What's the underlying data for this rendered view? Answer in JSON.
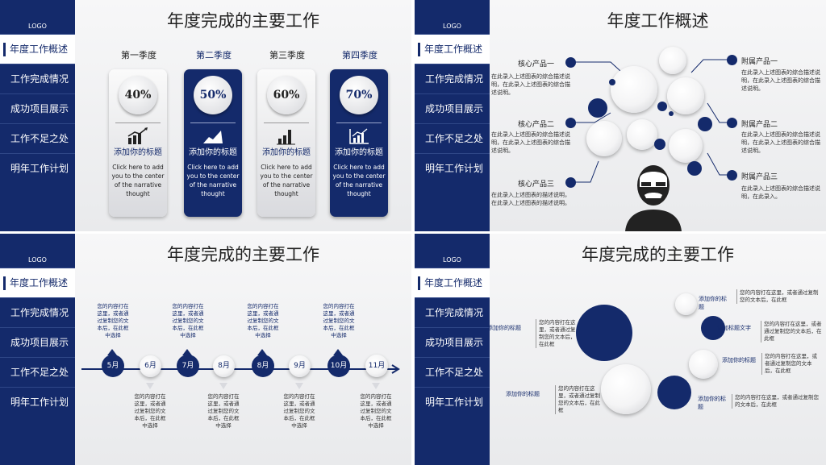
{
  "logo": "LOGO",
  "nav_items": [
    "年度工作概述",
    "工作完成情况",
    "成功项目展示",
    "工作不足之处",
    "明年工作计划"
  ],
  "colors": {
    "navy": "#142a6b",
    "light": "#f1f2f4"
  },
  "slide1": {
    "title": "年度完成的主要工作",
    "cards": [
      {
        "season": "第一季度",
        "percent": "40%",
        "progress": 0.4,
        "heading": "添加你的标题",
        "body": "Click here to add you to the center of the narrative thought",
        "style": "light",
        "icon": "bar-chart-up-icon"
      },
      {
        "season": "第二季度",
        "percent": "50%",
        "progress": 0.5,
        "heading": "添加你的标题",
        "body": "Click here to add you to the center of the narrative thought",
        "style": "dark",
        "icon": "area-chart-icon"
      },
      {
        "season": "第三季度",
        "percent": "60%",
        "progress": 0.6,
        "heading": "添加你的标题",
        "body": "Click here to add you to the center of the narrative thought",
        "style": "light",
        "icon": "bar-chart-icon"
      },
      {
        "season": "第四季度",
        "percent": "70%",
        "progress": 0.7,
        "heading": "添加你的标题",
        "body": "Click here to add you to the center of the narrative thought",
        "style": "dark",
        "icon": "line-chart-icon"
      }
    ]
  },
  "slide2": {
    "title": "年度工作概述",
    "left": [
      {
        "label": "核心产品一",
        "desc": "在此录入上述图表的综合描述说明，在此录入上述图表的综合描述说明。"
      },
      {
        "label": "核心产品二",
        "desc": "在此录入上述图表的综合描述说明，在此录入上述图表的综合描述说明。"
      },
      {
        "label": "核心产品三",
        "desc": "在此录入上述图表的描述说明，在此录入上述图表的描述说明。"
      }
    ],
    "right": [
      {
        "label": "附属产品一",
        "desc": "在此录入上述图表的综合描述说明，在此录入上述图表的综合描述说明。"
      },
      {
        "label": "附属产品二",
        "desc": "在此录入上述图表的综合描述说明，在此录入上述图表的综合描述说明。"
      },
      {
        "label": "附属产品三",
        "desc": "在此录入上述图表的综合描述说明，在此录入。"
      }
    ]
  },
  "slide3": {
    "title": "年度完成的主要工作",
    "months": [
      "5月",
      "6月",
      "7月",
      "8月",
      "8月",
      "9月",
      "10月",
      "11月"
    ],
    "top_text": "您的内容打在这里，或者通过复制您的文本后，在此框中选择",
    "bottom_text": "您的内容打在这里，或者通过复制您的文本后，在此框中选择"
  },
  "slide4": {
    "title": "年度完成的主要工作",
    "left_items": [
      {
        "label": "添加你的标题",
        "text": "您的内容打在这里，或者通过复制您的文本后，在此框"
      },
      {
        "label": "添加你的标题",
        "text": "您的内容打在这里，或者通过复制您的文本后，在此框"
      }
    ],
    "right_items": [
      {
        "label": "添加你的标题",
        "text": "您的内容打在这里，或者通过复制您的文本后，在此框"
      },
      {
        "label": "添加标题文字",
        "text": "您的内容打在这里，或者通过复制您的文本后，在此框"
      },
      {
        "label": "添加你的标题",
        "text": "您的内容打在这里，或者通过复制您的文本后，在此框"
      },
      {
        "label": "添加你的标题",
        "text": "您的内容打在这里，或者通过复制您的文本后，在此框"
      }
    ]
  }
}
